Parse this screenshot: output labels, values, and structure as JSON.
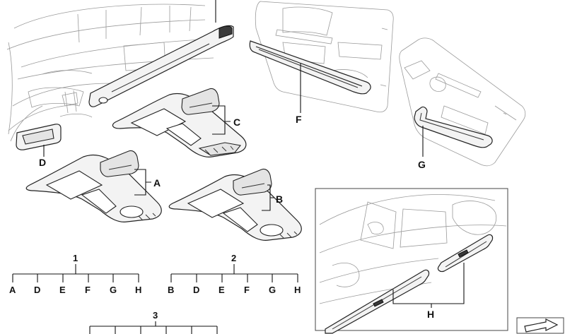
{
  "callouts": {
    "A": "A",
    "B": "B",
    "C": "C",
    "D": "D",
    "F": "F",
    "G": "G",
    "H": "H"
  },
  "kits": [
    {
      "number": "1",
      "items": [
        "A",
        "D",
        "E",
        "F",
        "G",
        "H"
      ]
    },
    {
      "number": "2",
      "items": [
        "B",
        "D",
        "E",
        "F",
        "G",
        "H"
      ]
    },
    {
      "number": "3",
      "items": []
    }
  ]
}
